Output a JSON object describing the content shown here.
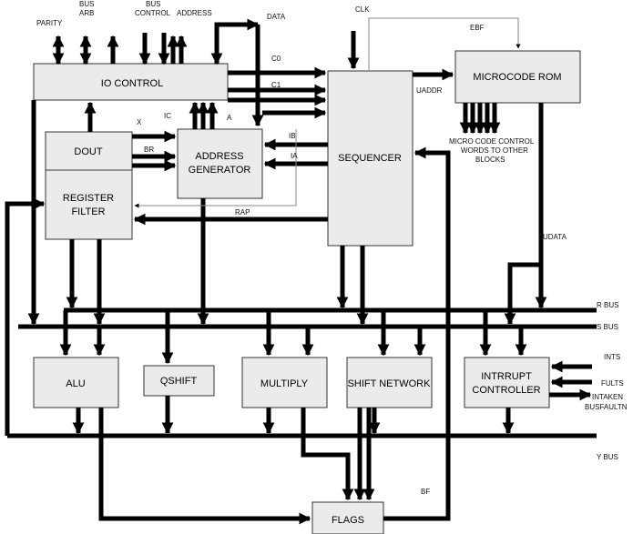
{
  "blocks": {
    "io_control": "IO CONTROL",
    "dout": "DOUT",
    "register_filter_line1": "REGISTER",
    "register_filter_line2": "FILTER",
    "address_generator_line1": "ADDRESS",
    "address_generator_line2": "GENERATOR",
    "sequencer": "SEQUENCER",
    "microcode_rom": "MICROCODE ROM",
    "alu": "ALU",
    "qshift": "QSHIFT",
    "multiply": "MULTIPLY",
    "shift_network": "SHIFT NETWORK",
    "interrupt_controller_line1": "INTRRUPT",
    "interrupt_controller_line2": "CONTROLLER",
    "flags": "FLAGS"
  },
  "signals": {
    "parity": "PARITY",
    "bus_arb_line1": "BUS",
    "bus_arb_line2": "ARB",
    "bus_control_line1": "BUS",
    "bus_control_line2": "CONTROL",
    "address": "ADDRESS",
    "data": "DATA",
    "clk": "CLK",
    "ebf": "EBF",
    "c0": "C0",
    "c1": "C1",
    "a": "A",
    "x": "X",
    "ic": "IC",
    "br": "BR",
    "ib": "IB",
    "ia": "IA",
    "rap": "RAP",
    "uaddr": "UADDR",
    "udata": "UDATA",
    "bf": "BF",
    "micro_code_line1": "MICRO CODE CONTROL",
    "micro_code_line2": "WORDS TO OTHER",
    "micro_code_line3": "BLOCKS",
    "ints": "INTS",
    "fults": "FULTS",
    "intaken": "INTAKEN",
    "busfaultn": "BUSFAULTN"
  },
  "buses": {
    "r_bus": "R BUS",
    "s_bus": "S BUS",
    "y_bus": "Y BUS"
  }
}
